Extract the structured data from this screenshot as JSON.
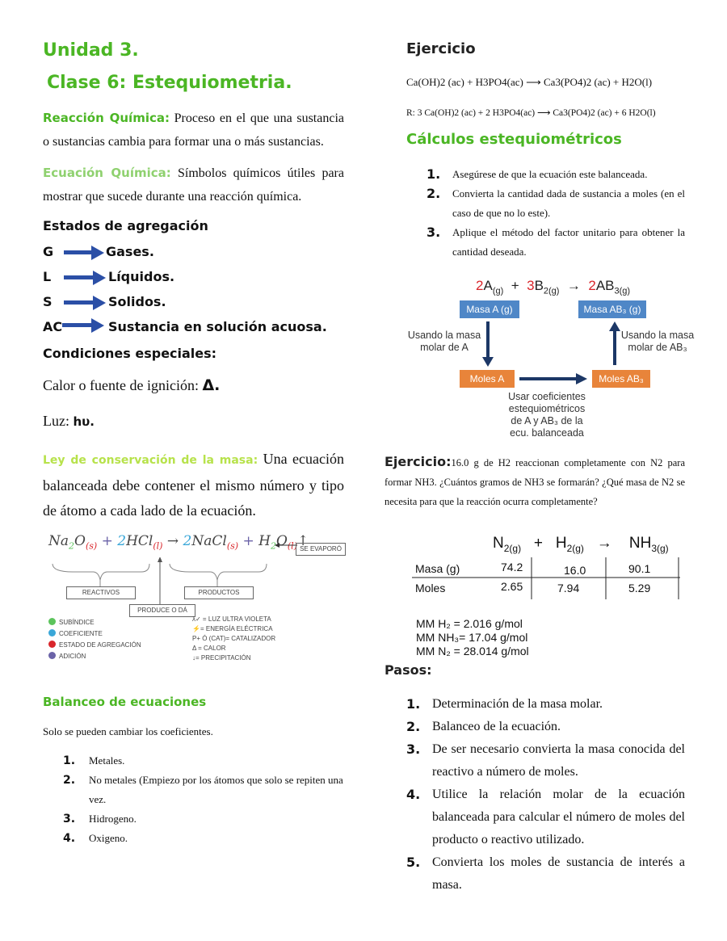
{
  "left": {
    "unit": "Unidad 3.",
    "clase": "Clase 6: Estequiometria.",
    "reaccion_label": "Reacción Química:",
    "reaccion_text": " Proceso en el que una sustancia o sustancias cambia para formar una o más sustancias.",
    "ecuacion_label": "Ecuación Química:",
    "ecuacion_text": " Símbolos químicos útiles para mostrar que sucede durante una reacción química.",
    "estados_title": "Estados de agregación",
    "estados": [
      {
        "sym": "G",
        "name": "Gases."
      },
      {
        "sym": "L",
        "name": "Líquidos."
      },
      {
        "sym": "S",
        "name": "Solidos."
      },
      {
        "sym": "AC",
        "name": "Sustancia en solución acuosa."
      }
    ],
    "condiciones_title": "Condiciones especiales:",
    "calor_text": "Calor o fuente de ignición: ",
    "calor_sym": "Δ.",
    "luz_text": "Luz: ",
    "luz_sym": "hυ.",
    "ley_label": "Ley de conservación de la masa:",
    "ley_text": " Una ecuación balanceada debe contener el mismo número y tipo de átomo a cada lado de la ecuación.",
    "diagram": {
      "se_evaporo": "SE EVAPORÓ",
      "reactivos": "REACTIVOS",
      "productos": "PRODUCTOS",
      "produce": "PRODUCE O DÁ",
      "legend_left": [
        {
          "label": "SUBÍNDICE",
          "color": "#5cc45c"
        },
        {
          "label": "COEFICIENTE",
          "color": "#3aa7d8"
        },
        {
          "label": "ESTADO DE AGREGACIÓN",
          "color": "#d9262b"
        },
        {
          "label": "ADICIÓN",
          "color": "#6b63a8"
        }
      ],
      "legend_right": [
        "λ✓ = LUZ ULTRA VIOLETA",
        "⚡= ENERGÍA ELÉCTRICA",
        "P+ Ó (CAT)= CATALIZADOR",
        "Δ = CALOR",
        "↓= PRECIPITACIÓN"
      ]
    },
    "balanceo_title": "Balanceo de ecuaciones",
    "balanceo_text": "Solo se pueden cambiar los coeficientes.",
    "balanceo_steps": [
      "Metales.",
      "No metales (Empiezo por los átomos que solo se repiten una vez.",
      "Hidrogeno.",
      "Oxigeno."
    ]
  },
  "right": {
    "ejercicio_title": "Ejercicio",
    "eq1": "Ca(OH)2 (ac) + H3PO4(ac) ⟶ Ca3(PO4)2 (ac) + H2O(l)",
    "eq2": "R: 3 Ca(OH)2 (ac) + 2 H3PO4(ac) ⟶ Ca3(PO4)2 (ac) + 6 H2O(l)",
    "calculos_title": "Cálculos estequiométricos",
    "calculos_steps": [
      "Asegúrese de que la ecuación este balanceada.",
      "Convierta la cantidad dada de sustancia a moles (en el caso de que no lo este).",
      "Aplique el método del factor unitario para obtener la cantidad deseada."
    ],
    "flow": {
      "masa_a": "Masa A (g)",
      "masa_ab": "Masa AB₃ (g)",
      "moles_a": "Moles A",
      "moles_ab": "Moles AB₃",
      "left_label": "Usando la masa molar de A",
      "right_label": "Usando la masa molar de AB₃",
      "bottom_label": "Usar coeficientes estequiométricos de A y AB₃ de la ecu. balanceada"
    },
    "ejercicio2_label": "Ejercicio:",
    "ejercicio2_text": "16.0 g de H2 reaccionan completamente con N2 para formar NH3. ¿Cuántos gramos de NH3 se formarán? ¿Qué masa de N2 se necesita para que la reacción ocurra completamente?",
    "table": {
      "rows": [
        {
          "label": "Masa (g)",
          "n2": "74.2",
          "h2": "16.0",
          "nh3": "90.1"
        },
        {
          "label": "Moles",
          "n2": "2.65",
          "h2": "7.94",
          "nh3": "5.29"
        }
      ]
    },
    "mm": [
      "MM H₂ = 2.016 g/mol",
      "MM NH₃= 17.04 g/mol",
      "MM N₂ = 28.014 g/mol"
    ],
    "pasos_title": "Pasos:",
    "pasos": [
      "Determinación de la masa molar.",
      "Balanceo de la ecuación.",
      "De ser necesario convierta la masa conocida del reactivo a número de moles.",
      "Utilice la relación molar de la ecuación balanceada para calcular el número de moles del producto o reactivo utilizado.",
      "Convierta los moles de sustancia de interés a masa."
    ]
  }
}
